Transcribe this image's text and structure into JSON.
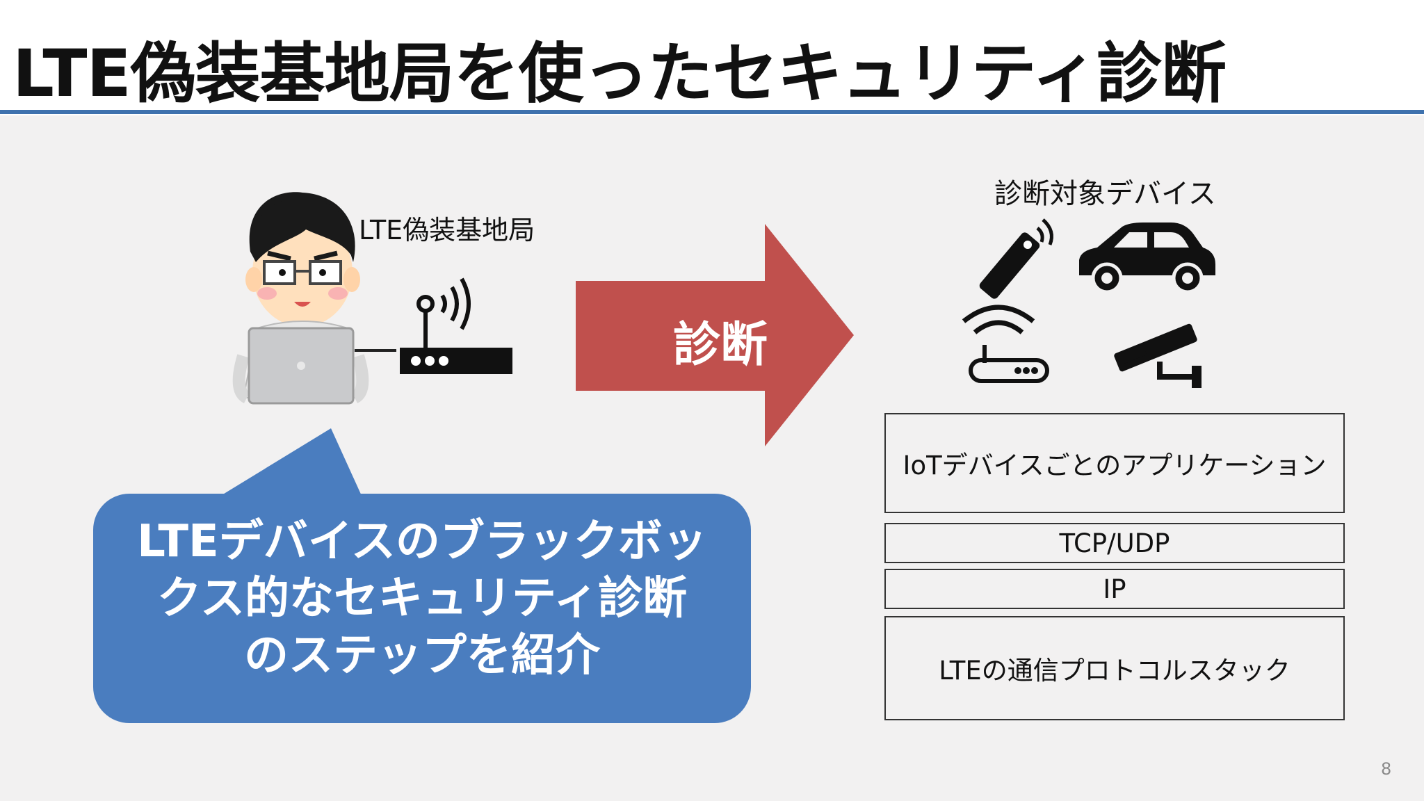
{
  "slide": {
    "title": "LTE偽装基地局を使ったセキュリティ診断",
    "page_number": "8"
  },
  "attacker": {
    "label": "LTE偽装基地局"
  },
  "arrow": {
    "label": "診断"
  },
  "targets": {
    "label": "診断対象デバイス",
    "devices": [
      "remote-icon",
      "car-icon",
      "router-icon",
      "camera-icon"
    ]
  },
  "stack": {
    "layers": [
      "IoTデバイスごとのアプリケーション",
      "TCP/UDP",
      "IP",
      "LTEの通信プロトコルスタック"
    ]
  },
  "callout": {
    "lines": [
      "LTEデバイスのブラックボッ",
      "クス的なセキュリティ診断",
      "のステップを紹介"
    ]
  },
  "colors": {
    "accent": "#3f72ae",
    "arrow": "#c0504d",
    "callout": "#4a7dbf"
  }
}
